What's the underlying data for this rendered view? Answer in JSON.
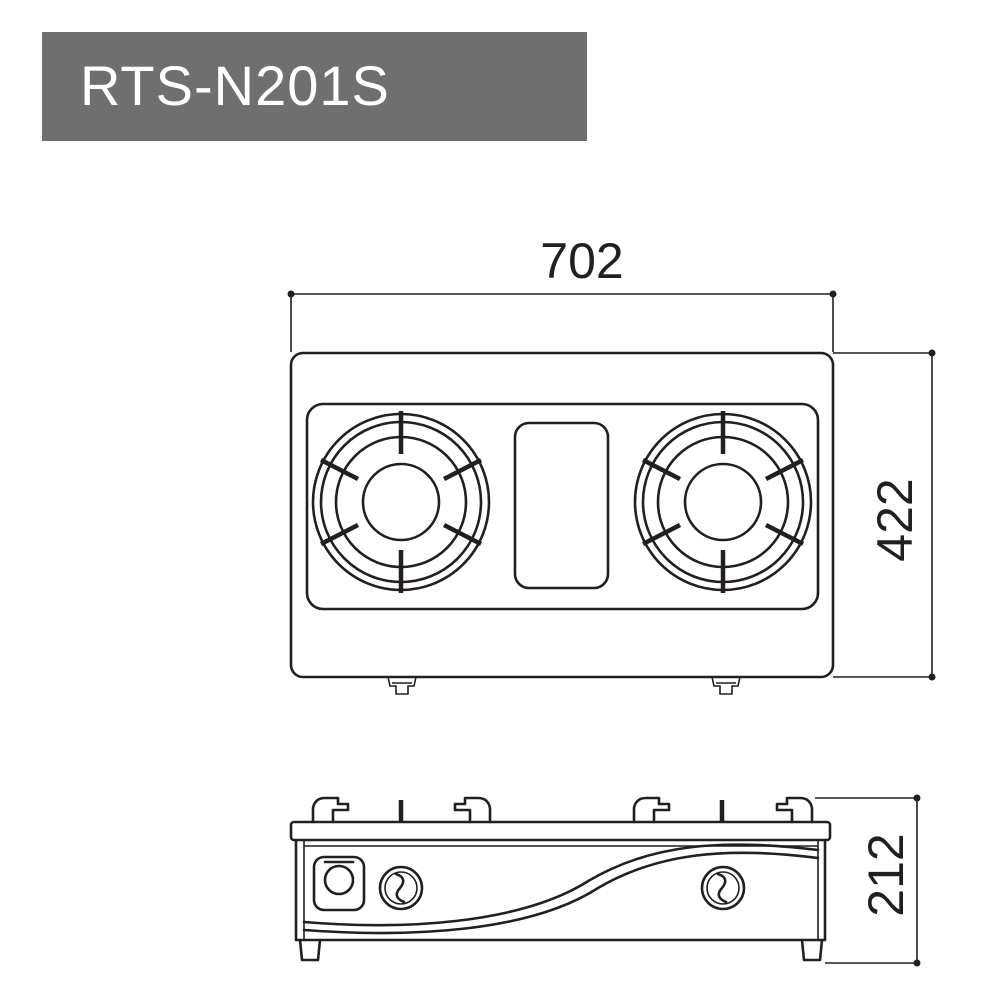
{
  "model": "RTS-N201S",
  "dimensions": {
    "width": "702",
    "depth": "422",
    "height": "212"
  },
  "colors": {
    "banner": "#6f6f6f",
    "line": "#231f20"
  }
}
